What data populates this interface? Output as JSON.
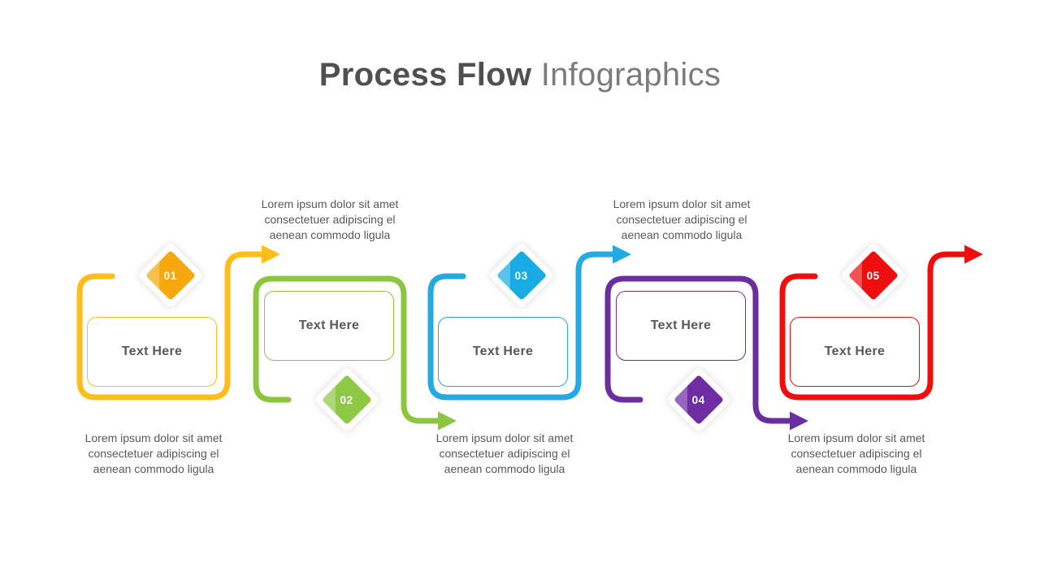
{
  "title": {
    "primary": "Process Flow",
    "secondary": "Infographics",
    "primary_color": "#4F5052",
    "secondary_color": "#7A7B7E"
  },
  "colors": {
    "background": "#FFFFFF",
    "body_text": "#595959",
    "box_text": "#58595B"
  },
  "steps": [
    {
      "number": "01",
      "label": "Text Here",
      "color": "#FFBD17",
      "diamond_color": "#F6A80E",
      "position": "top",
      "description_lines": [
        "Lorem ipsum dolor sit amet",
        "consectetuer adipiscing el",
        "aenean commodo ligula"
      ]
    },
    {
      "number": "02",
      "label": "Text Here",
      "color": "#8CC63F",
      "diamond_color": "#8DC945",
      "position": "bottom",
      "description_lines": [
        "Lorem ipsum dolor sit amet",
        "consectetuer adipiscing el",
        "aenean commodo ligula"
      ]
    },
    {
      "number": "03",
      "label": "Text Here",
      "color": "#22AAE2",
      "diamond_color": "#19ACE4",
      "position": "top",
      "description_lines": [
        "Lorem ipsum dolor sit amet",
        "consectetuer adipiscing el",
        "aenean commodo ligula"
      ]
    },
    {
      "number": "04",
      "label": "Text Here",
      "color": "#6C2E9E",
      "diamond_color": "#6F2DA4",
      "position": "bottom",
      "description_lines": [
        "Lorem ipsum dolor sit amet",
        "consectetuer adipiscing el",
        "aenean commodo ligula"
      ]
    },
    {
      "number": "05",
      "label": "Text Here",
      "color": "#F20D0D",
      "diamond_color": "#EE0E0F",
      "position": "top",
      "description_lines": [
        "Lorem ipsum dolor sit amet",
        "consectetuer adipiscing el",
        "aenean commodo ligula"
      ]
    }
  ]
}
